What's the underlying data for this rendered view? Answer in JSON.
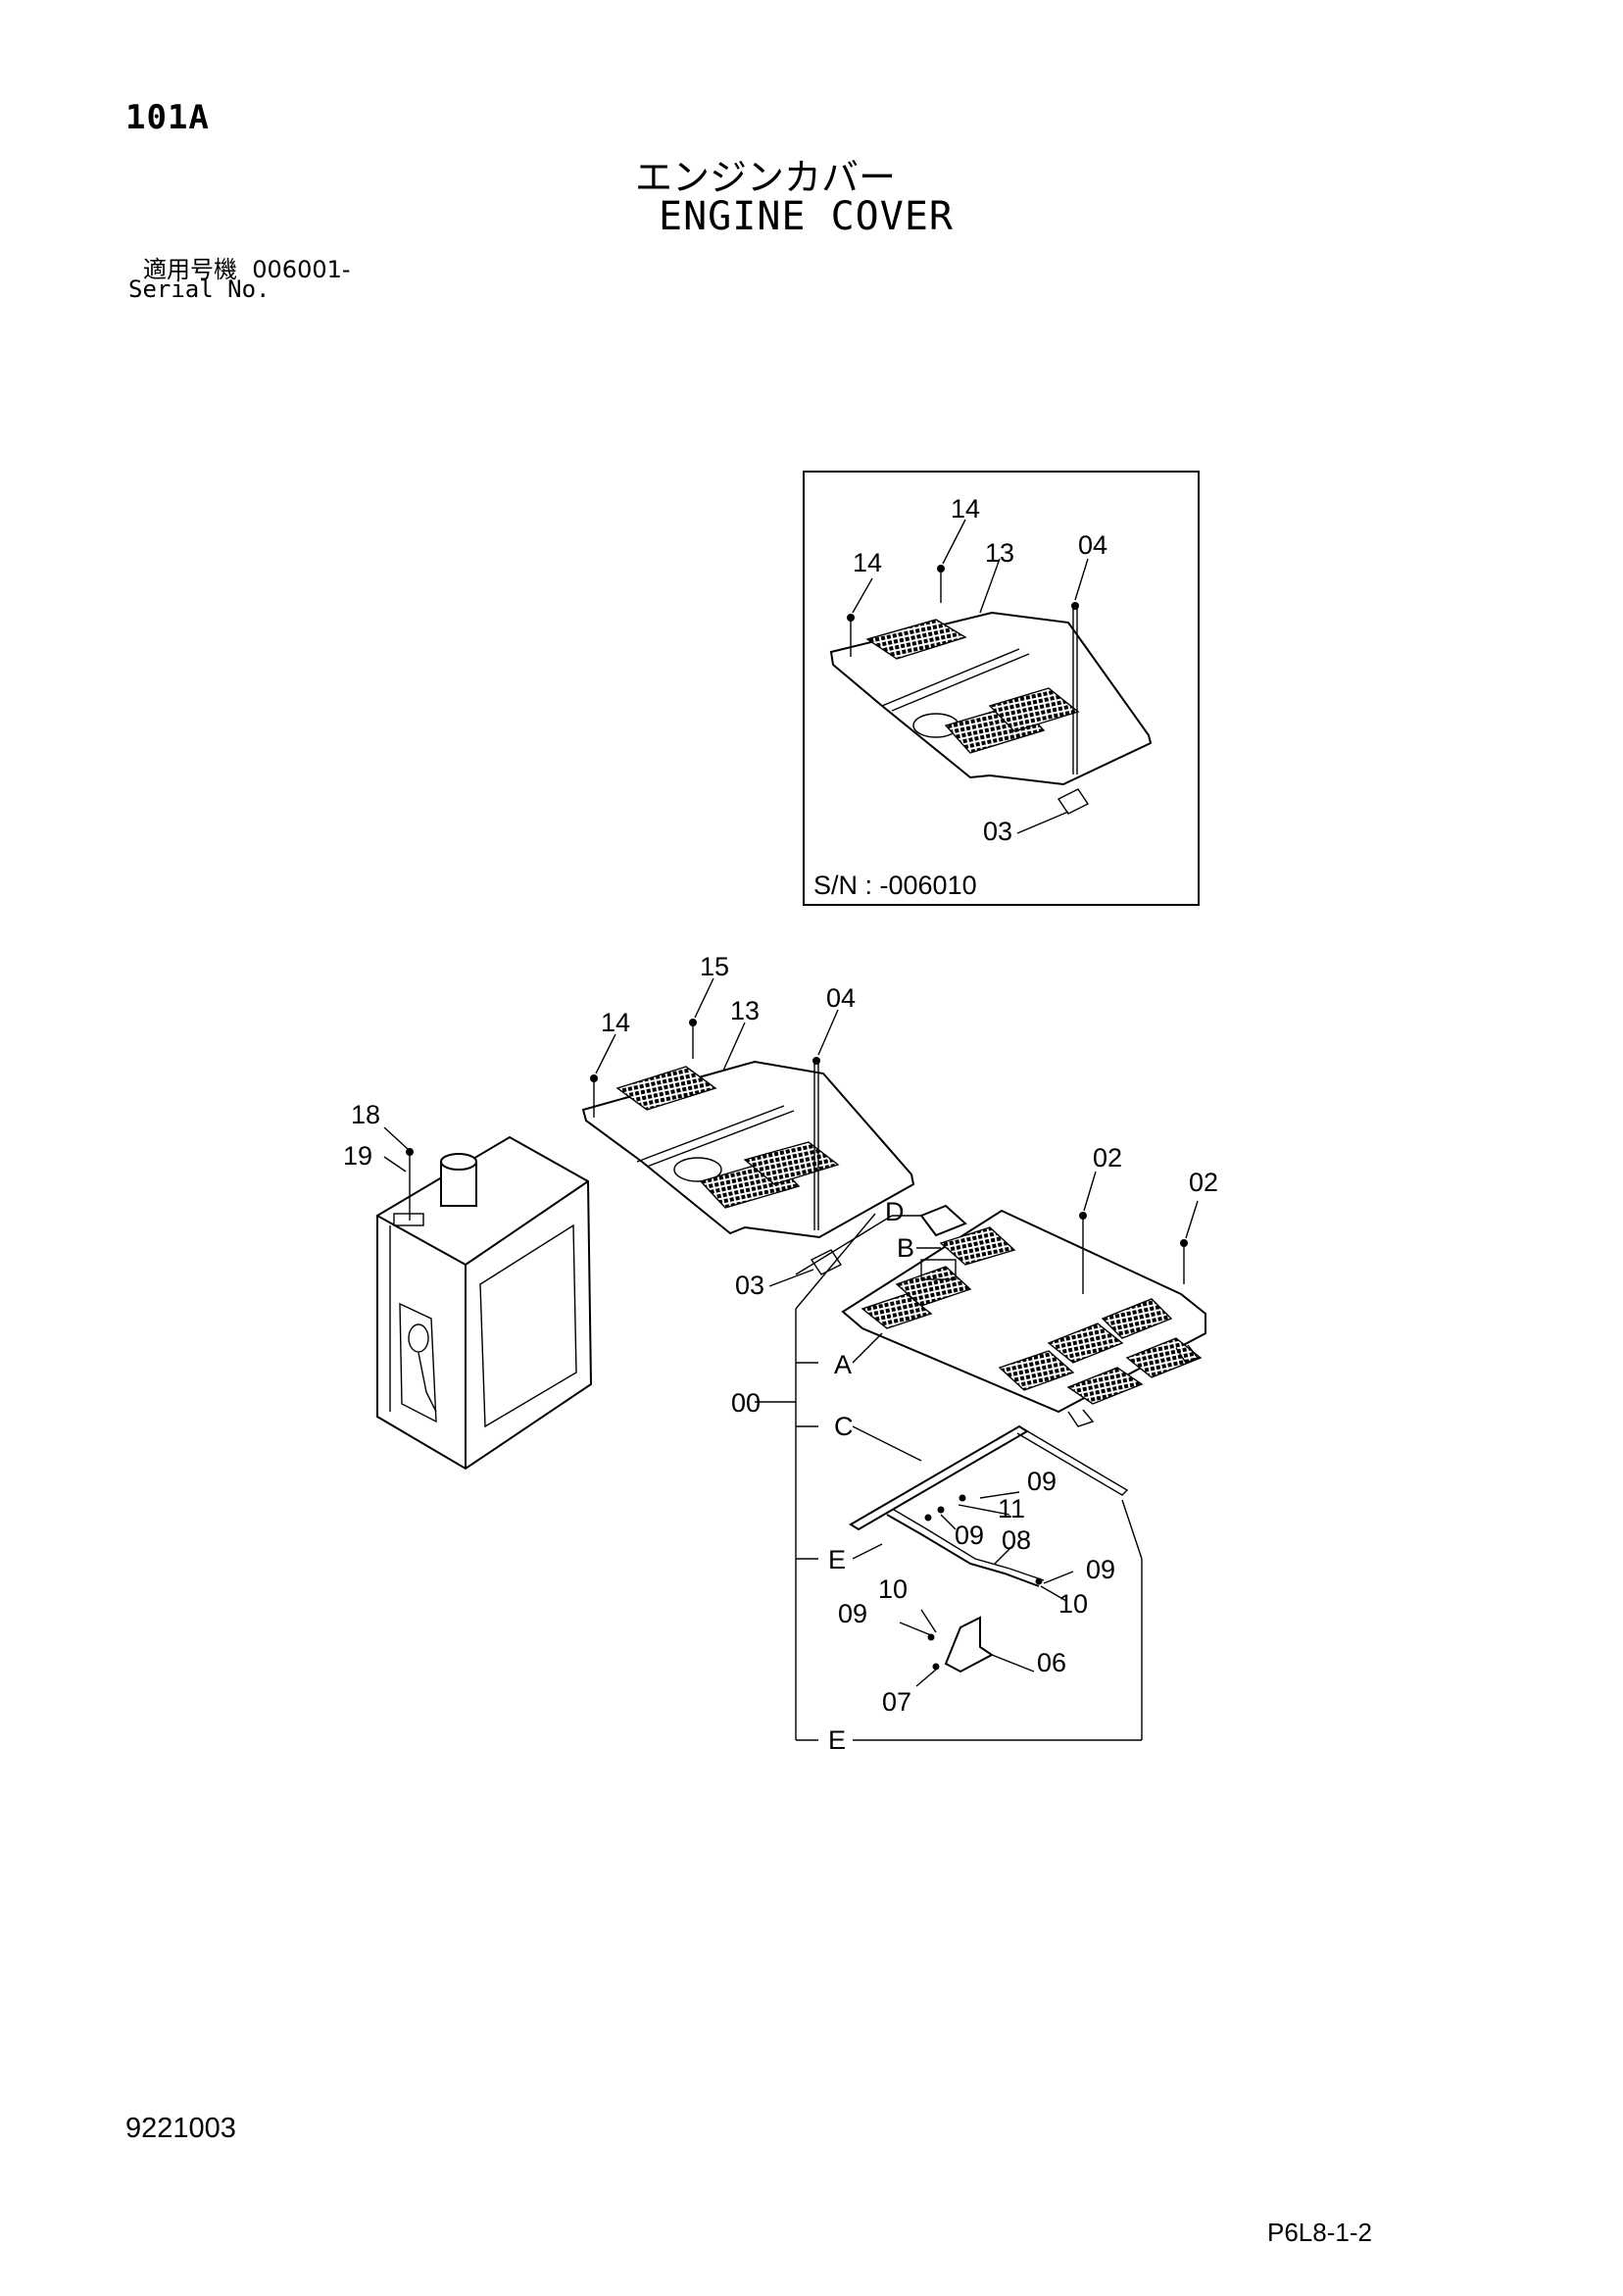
{
  "header": {
    "page_code": "101A",
    "title_jp": "エンジンカバー",
    "title_en": "ENGINE COVER",
    "serial_label_jp": "適用号機",
    "serial_value": "006001-",
    "serial_label_en": "Serial No."
  },
  "inset": {
    "serial_note": "S/N : -006010",
    "callouts": [
      "14",
      "14",
      "13",
      "04",
      "03"
    ]
  },
  "main": {
    "callouts": {
      "c15": "15",
      "c14": "14",
      "c13": "13",
      "c04": "04",
      "c03": "03",
      "c18": "18",
      "c19": "19",
      "c02a": "02",
      "c02b": "02",
      "c00": "00",
      "c09a": "09",
      "c11": "11",
      "c09b": "09",
      "c08": "08",
      "c09c": "09",
      "c10a": "10",
      "c10b": "10",
      "c09d": "09",
      "c06": "06",
      "c07": "07"
    },
    "letters": {
      "A": "A",
      "B": "B",
      "C": "C",
      "D": "D",
      "E1": "E",
      "E2": "E"
    }
  },
  "footer": {
    "doc_number": "9221003",
    "page_ref": "P6L8-1-2"
  }
}
